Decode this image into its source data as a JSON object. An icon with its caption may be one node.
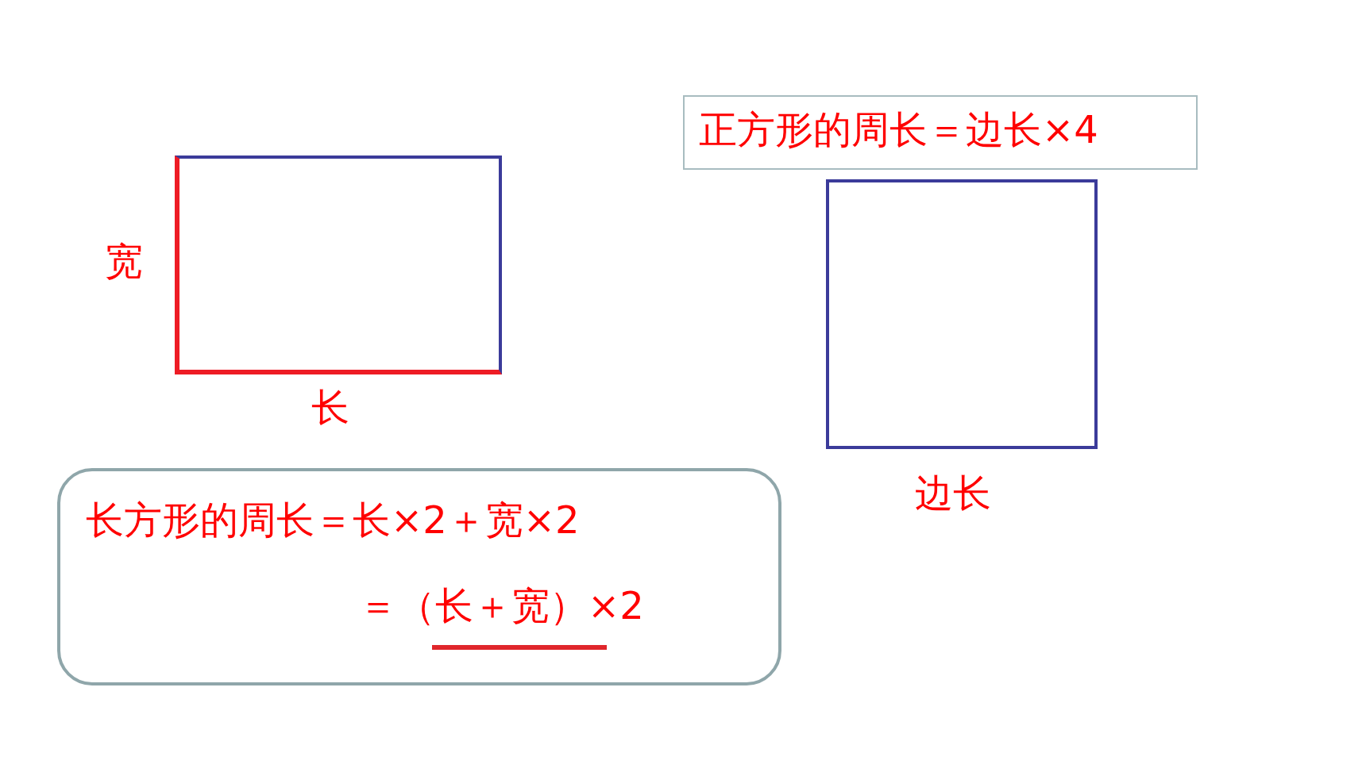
{
  "diagram": {
    "nodes": [
      {
        "text": [],
        "shape": "box",
        "beside": [
          "宽",
          "长"
        ]
      },
      {
        "text": [
          "正方形的周长＝边长×4"
        ]
      },
      {
        "text": [],
        "shape": "box",
        "beside": [
          "边长"
        ]
      },
      {
        "text": [
          "长方形的周长＝长×2＋宽×2",
          "＝（长＋宽）×2"
        ]
      }
    ],
    "edges": []
  }
}
